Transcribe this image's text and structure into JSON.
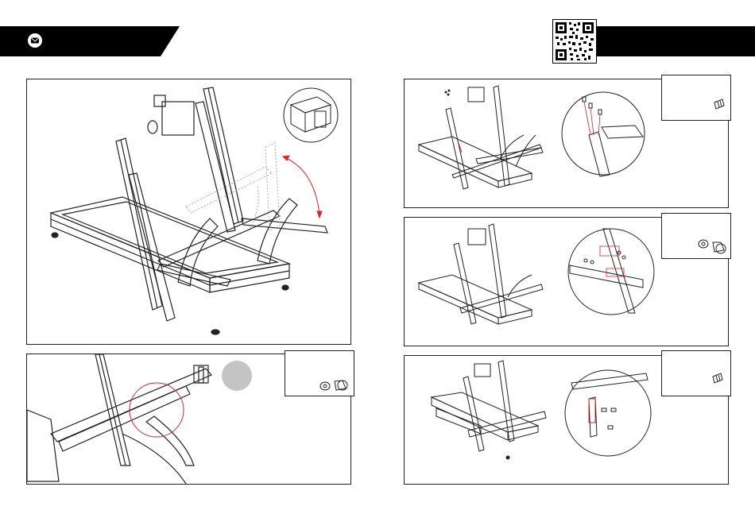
{
  "header": {
    "left_banner_icon": "mail-icon",
    "right_banner": "black-banner",
    "qr_code": "qr-code"
  },
  "colors": {
    "banner": "#000000",
    "frame_line": "#222222",
    "highlight": "#d9262c",
    "step_dot": "#c4c4c4"
  },
  "panels": {
    "left_main": {
      "icon": "simulator-frame-tilt-illustration"
    },
    "left_bottom": {
      "icon": "bracket-mount-closeup-illustration",
      "parts_icon": "bolt-washer-icon"
    },
    "right_top": {
      "icon": "frame-insert-nuts-illustration",
      "parts_icon": "t-nut-icon"
    },
    "right_middle": {
      "icon": "frame-bolt-closeup-illustration",
      "parts_icon": "bolt-washer-icon"
    },
    "right_bottom": {
      "icon": "frame-t-nut-closeup-illustration",
      "parts_icon": "t-nut-icon"
    }
  }
}
